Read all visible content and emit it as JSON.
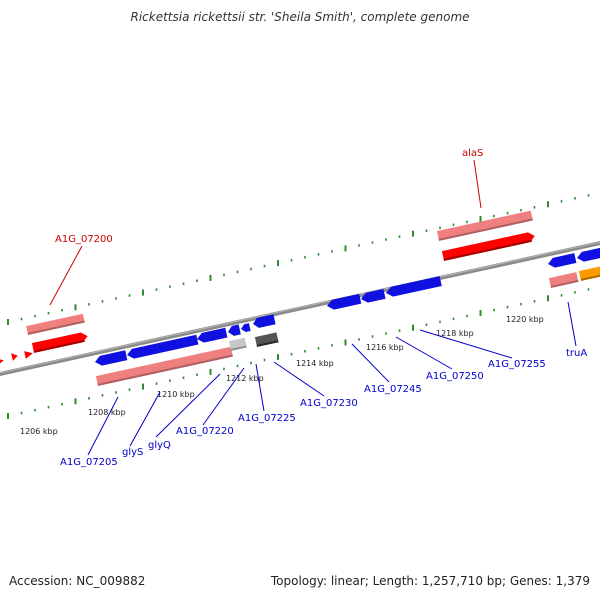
{
  "title": "Rickettsia rickettsii str. 'Sheila Smith', complete genome",
  "footer": {
    "accession": "Accession: NC_009882",
    "summary": "Topology: linear; Length: 1,257,710 bp; Genes: 1,379"
  },
  "colors": {
    "forward_gene": "#ff0000",
    "forward_cds": "#f08080",
    "reverse_gene": "#1010e0",
    "reverse_cds": "#f08080",
    "other_gene": "#c8c8c8",
    "dark_feature": "#555555",
    "orange_feature": "#ff9900",
    "forward_label": "#cc0000",
    "reverse_label": "#0000cc",
    "tick": "#2e8b2e",
    "backbone": "#808080"
  },
  "ticks": [
    {
      "label": "1206 kbp"
    },
    {
      "label": "1208 kbp"
    },
    {
      "label": "1210 kbp"
    },
    {
      "label": "1212 kbp"
    },
    {
      "label": "1214 kbp"
    },
    {
      "label": "1216 kbp"
    },
    {
      "label": "1218 kbp"
    },
    {
      "label": "1220 kbp"
    }
  ],
  "genes": [
    {
      "label": "A1G_07200",
      "strand": "forward"
    },
    {
      "label": "alaS",
      "strand": "forward"
    },
    {
      "label": "A1G_07205",
      "strand": "reverse"
    },
    {
      "label": "glyS",
      "strand": "reverse"
    },
    {
      "label": "glyQ",
      "strand": "reverse"
    },
    {
      "label": "A1G_07220",
      "strand": "reverse"
    },
    {
      "label": "A1G_07225",
      "strand": "reverse"
    },
    {
      "label": "A1G_07230",
      "strand": "reverse"
    },
    {
      "label": "A1G_07245",
      "strand": "reverse"
    },
    {
      "label": "A1G_07250",
      "strand": "reverse"
    },
    {
      "label": "A1G_07255",
      "strand": "reverse"
    },
    {
      "label": "truA",
      "strand": "reverse"
    }
  ]
}
